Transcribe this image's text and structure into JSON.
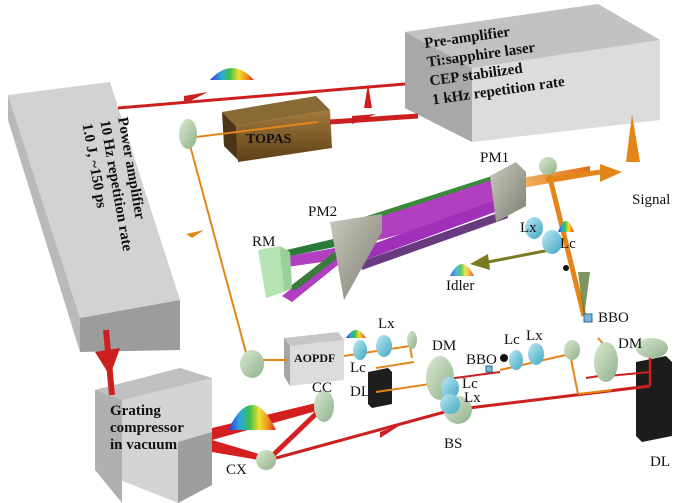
{
  "colors": {
    "beam_red": "#cc1f1f",
    "beam_orange": "#e3861a",
    "beam_idler": "#7a7a22",
    "box_face": "#d4d4d4",
    "box_top": "#bdbdbd",
    "box_side": "#9a9a9a",
    "mirror": "#b8d4b8",
    "topas": "#7a5a2a"
  },
  "boxes": {
    "preamp": [
      "Pre-amplifier",
      "Ti:sapphire laser",
      "CEP stabilized",
      "1 kHz repetition rate"
    ],
    "poweramp": [
      "Power amplifier",
      "10 Hz repetition rate",
      "1.0 J, ~150 ps"
    ],
    "compressor": [
      "Grating",
      "compressor",
      "in vacuum"
    ],
    "topas": "TOPAS",
    "aopdf": "AOPDF"
  },
  "labels": {
    "pm1": "PM1",
    "pm2": "PM2",
    "rm": "RM",
    "signal": "Signal",
    "idler": "Idler",
    "lx_right": "Lx",
    "lc_right": "Lc",
    "bbo_right": "BBO",
    "dm_right": "DM",
    "dl_right": "DL",
    "lx_left": "Lx",
    "lc_left": "Lc",
    "dm_left": "DM",
    "dl_left": "DL",
    "bbo_center": "BBO",
    "lc_center": "Lc",
    "lx_center": "Lx",
    "lc_bottom": "Lc",
    "lx_bottom": "Lx",
    "bs": "BS",
    "cc": "CC",
    "cx": "CX"
  }
}
